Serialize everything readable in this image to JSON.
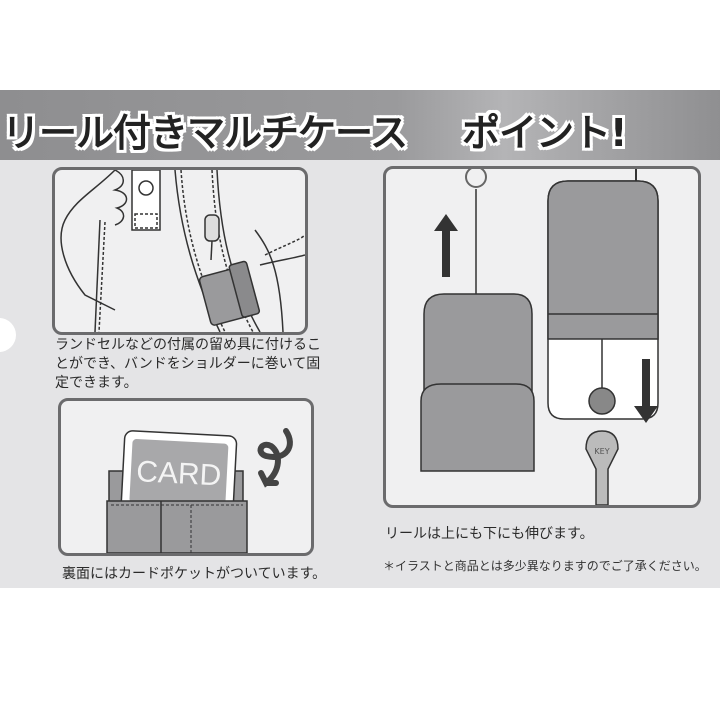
{
  "header": {
    "title_left": "リール付きマルチケース",
    "title_right": "ポイント!"
  },
  "panels": [
    {
      "id": "shoulder-strap",
      "caption": "ランドセルなどの付属の留め具に付けることができ、バンドをショルダーに巻いて固定できます。"
    },
    {
      "id": "card-pocket",
      "card_label": "CARD",
      "caption": "裏面にはカードポケットがついています。"
    },
    {
      "id": "reel",
      "key_label": "KEY",
      "caption": "リールは上にも下にも伸びます。"
    }
  ],
  "footer": {
    "note": "＊イラストと商品とは多少異なりますのでご了承ください。"
  },
  "colors": {
    "banner": "#8e8e90",
    "card_bg": "#e4e4e6",
    "panel_border": "#6b6b6d",
    "case_fill": "#9a9a9c"
  }
}
